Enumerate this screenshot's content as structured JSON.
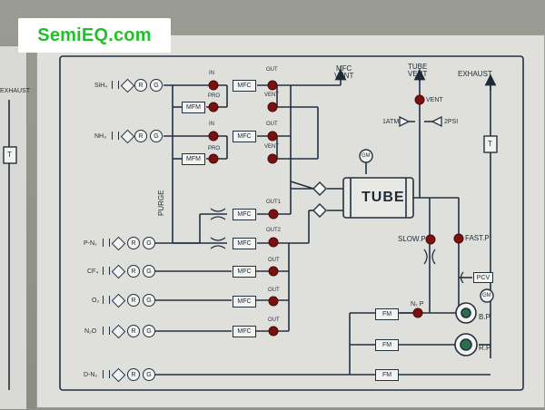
{
  "logo": {
    "text": "SemiEQ.com"
  },
  "labels": {
    "mfc_vent": [
      "MFC",
      "VENT"
    ],
    "tube_vent": [
      "TUBE",
      "VENT"
    ],
    "exhaust": "EXHAUST",
    "exhaust_left": "EXHAUST",
    "atm": "1ATM",
    "psi": "2PSI",
    "vent_valve": "VENT",
    "tube": "TUBE",
    "purge": "PURGE",
    "gm": "GM",
    "slow_p": "SLOW.P",
    "fast_p": "FAST.P",
    "pcv": "PCV",
    "n2p": "N₂ P",
    "bp": "B.P",
    "rp": "R.P",
    "gauge_t": "T"
  },
  "gas_lines": [
    {
      "name": "SiH₄"
    },
    {
      "name": "NH₃"
    },
    {
      "name": "P-N₂"
    },
    {
      "name": "CF₄"
    },
    {
      "name": "O₂"
    },
    {
      "name": "N₂O"
    },
    {
      "name": "D-N₂"
    }
  ],
  "valve_labels": {
    "in1": "IN",
    "out1": "OUT",
    "pro1": "PRO",
    "vent1": "VENT",
    "in2": "IN",
    "out2": "OUT",
    "pro2": "PRO",
    "vent2": "VENT",
    "out_1": "OUT1",
    "out_2": "OUT2",
    "out_cf4": "OUT",
    "out_o2": "OUT",
    "out_n2o": "OUT"
  },
  "boxes": {
    "mfc": "MFC",
    "mfm": "MFM",
    "fm": "FM"
  },
  "symbols": {
    "regulator": "R",
    "gauge": "G"
  }
}
